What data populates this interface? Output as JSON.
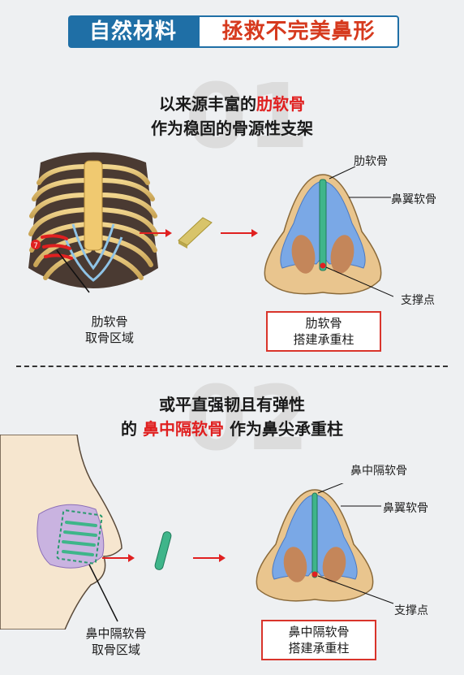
{
  "banner": {
    "left": "自然材料",
    "right": "拯救不完美鼻形"
  },
  "section1": {
    "number": "01",
    "heading_line1_prefix": "以来源丰富的",
    "heading_line1_highlight": "肋软骨",
    "heading_line2": "作为稳固的骨源性支架",
    "donor_label_line1": "肋软骨",
    "donor_label_line2": "取骨区域",
    "rib_marker": "7",
    "nose_label_top": "肋软骨",
    "nose_label_wing": "鼻翼软骨",
    "nose_label_support": "支撑点",
    "result_line1": "肋软骨",
    "result_line2": "搭建承重柱"
  },
  "section2": {
    "number": "02",
    "heading_line1": "或平直强韧且有弹性",
    "heading_line2_prefix": "的",
    "heading_line2_highlight": "鼻中隔软骨",
    "heading_line2_suffix": "作为鼻尖承重柱",
    "donor_label_line1": "鼻中隔软骨",
    "donor_label_line2": "取骨区域",
    "nose_label_top": "鼻中隔软骨",
    "nose_label_wing": "鼻翼软骨",
    "nose_label_support": "支撑点",
    "result_line1": "鼻中隔软骨",
    "result_line2": "搭建承重柱"
  },
  "colors": {
    "brand_blue": "#1f6fa6",
    "accent_red": "#e02020",
    "skin": "#e9c58e",
    "cartilage_blue": "#6e9fe0",
    "graft_green": "#3fb58a"
  }
}
